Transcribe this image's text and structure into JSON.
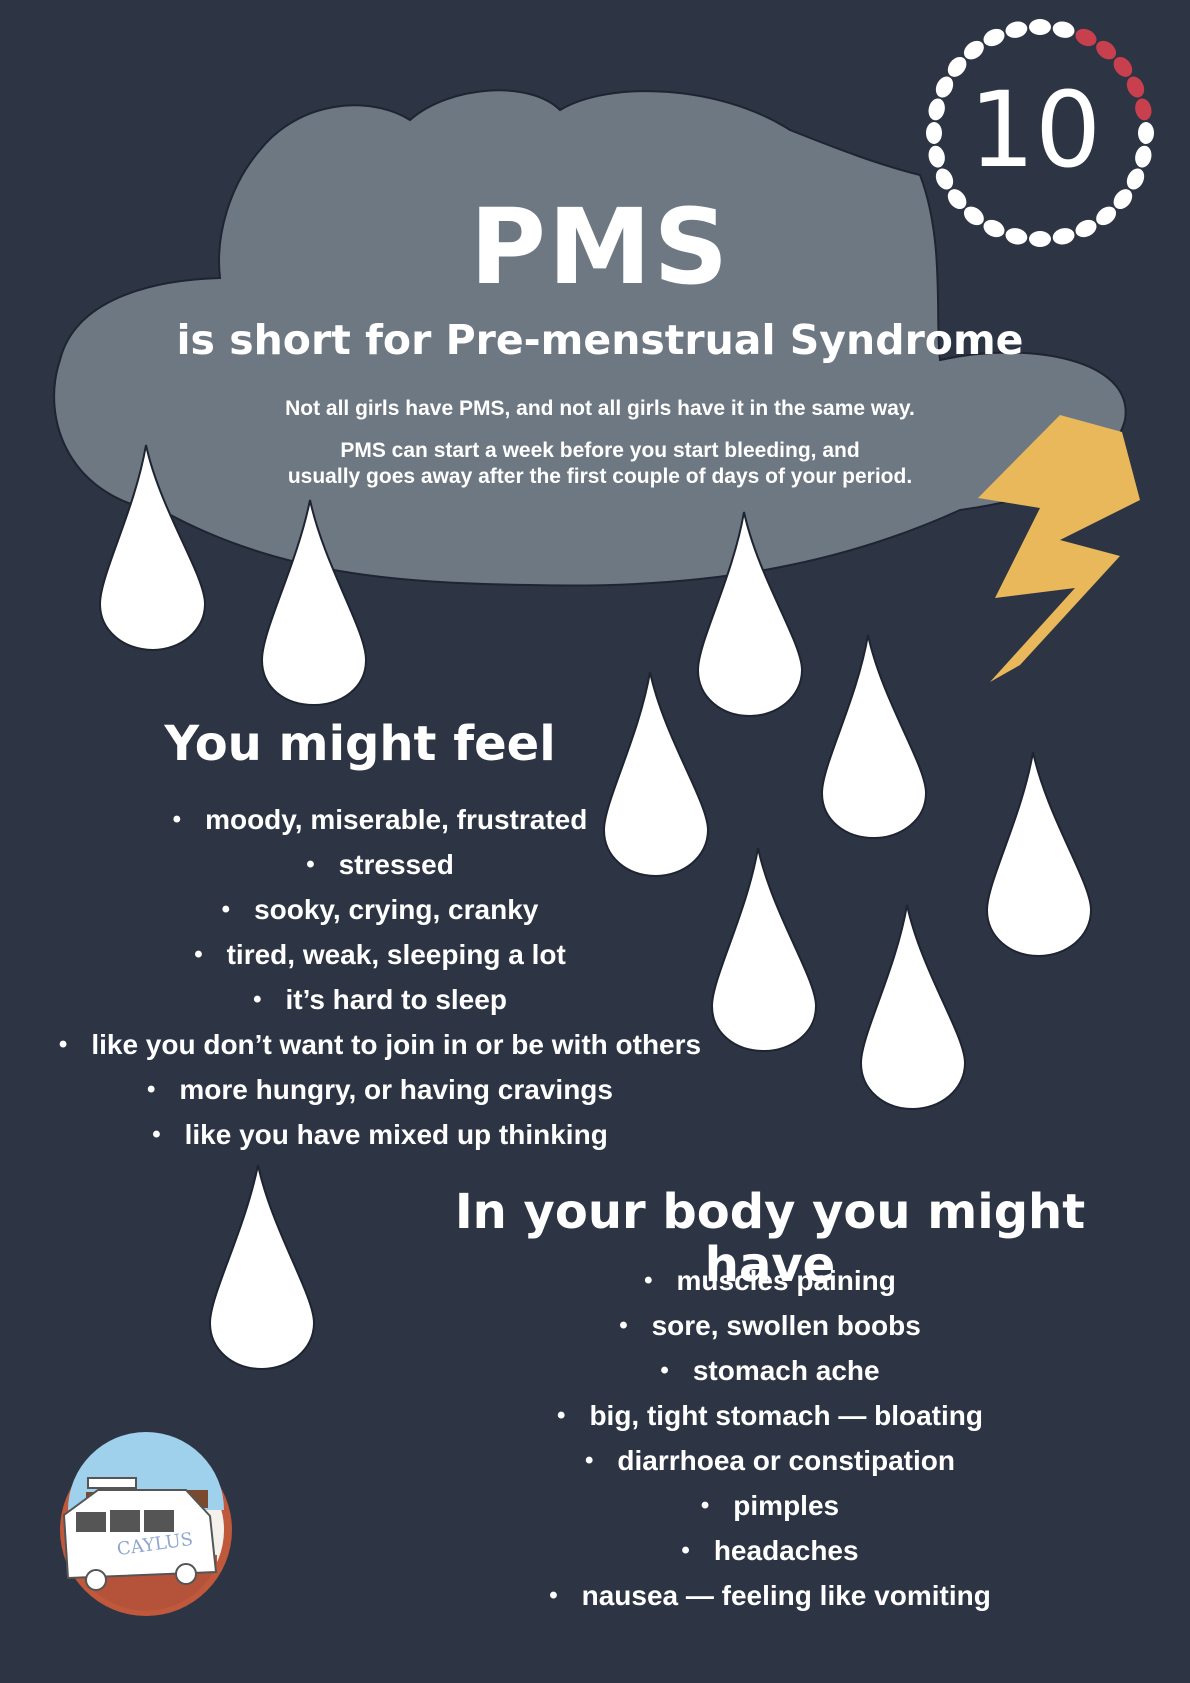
{
  "header": {
    "title": "PMS",
    "subtitle": "is short for Pre-menstrual Syndrome",
    "note_1": "Not all girls have PMS, and not all girls have it in the same way.",
    "note_2_line_1": "PMS can start a week before you start bleeding, and",
    "note_2_line_2": "usually goes away after the first couple of days of your period."
  },
  "badge": {
    "number": "10",
    "icon": "cycle-beads-ring",
    "bead_color": "#ffffff",
    "highlight_color": "#c8404e"
  },
  "feel": {
    "heading": "You might feel",
    "items": [
      "moody, miserable, frustrated",
      "stressed",
      "sooky, crying, cranky",
      "tired, weak, sleeping a lot",
      "it’s hard to sleep",
      "like you don’t want to join in or be with others",
      "more hungry, or having cravings",
      "like you have mixed up thinking"
    ]
  },
  "body": {
    "heading": "In your body you might have",
    "items": [
      "muscles paining",
      "sore, swollen boobs",
      "stomach ache",
      "big, tight stomach — bloating",
      "diarrhoea or constipation",
      "pimples",
      "headaches",
      "nausea — feeling like vomiting"
    ]
  },
  "logo": {
    "text": "CAYLUS",
    "icon": "troopy-vehicle-logo"
  },
  "colors": {
    "background": "#2d3444",
    "cloud": "#6e7883",
    "raindrop": "#ffffff",
    "lightning": "#e9b85a",
    "logo_ring": "#c0583c"
  },
  "bullet": "•"
}
